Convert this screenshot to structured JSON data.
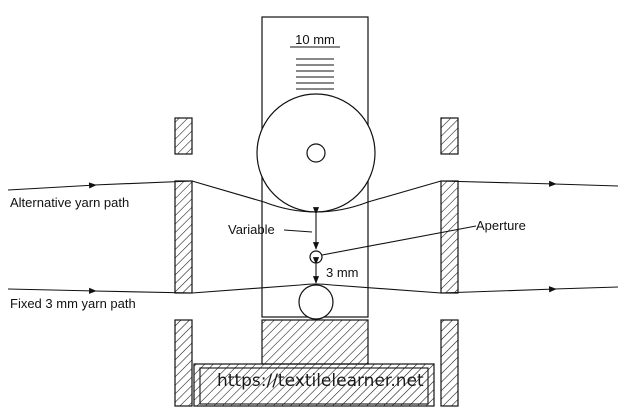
{
  "diagram": {
    "scale_label": "10 mm",
    "labels": {
      "alternative_path": "Alternative yarn path",
      "fixed_path": "Fixed 3 mm yarn path",
      "variable": "Variable",
      "aperture": "Aperture",
      "gap": "3 mm"
    },
    "watermark": "https://textilelearner.net"
  }
}
